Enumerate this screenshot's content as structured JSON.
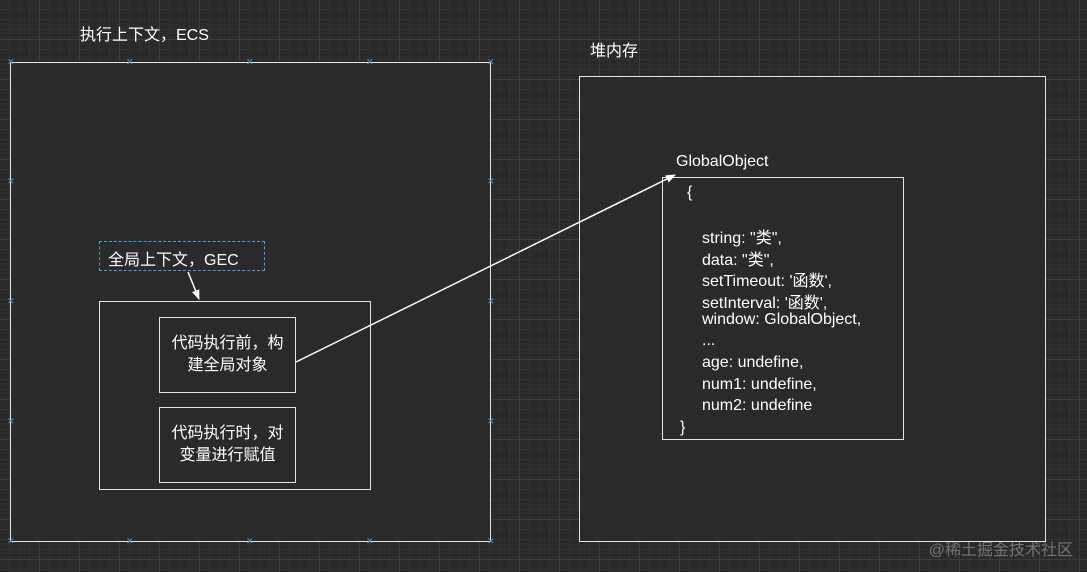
{
  "ecs": {
    "title": "执行上下文，ECS"
  },
  "gec": {
    "label": "全局上下文，GEC",
    "before_line1": "代码执行前，构",
    "before_line2": "建全局对象",
    "during_line1": "代码执行时，对",
    "during_line2": "变量进行赋值"
  },
  "heap": {
    "title": "堆内存"
  },
  "global_object": {
    "label": "GlobalObject",
    "open_brace": "{",
    "close_brace": "}",
    "lines": [
      "string: \"类\",",
      "data: \"类\",",
      "setTimeout: '函数',",
      "setInterval: '函数',",
      "window: GlobalObject,",
      "...",
      "age: undefine,",
      "num1: undefine,",
      "num2: undefine"
    ]
  },
  "watermark": "@稀土掘金技术社区",
  "colors": {
    "background": "#2a2a2a",
    "stroke": "#e6e6e6",
    "selection": "#3fa2e0"
  }
}
